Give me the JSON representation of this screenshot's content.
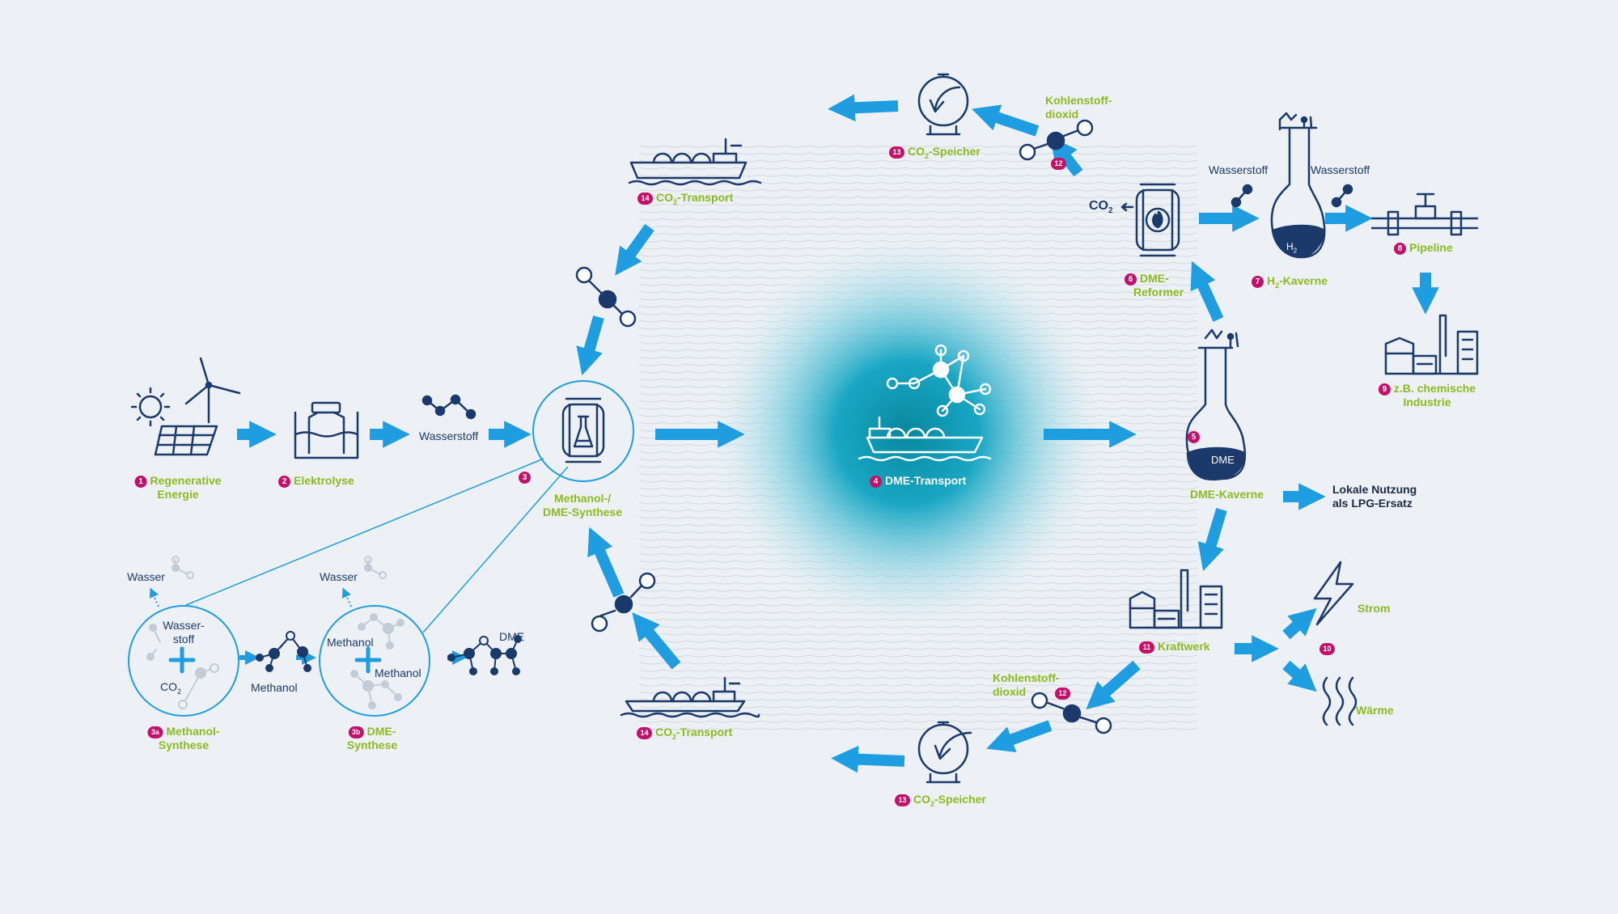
{
  "colors": {
    "background": "#edf1f5",
    "arrow": "#1e9ee0",
    "icon_navy": "#1b3a6b",
    "label_green": "#8cba22",
    "badge_magenta": "#c4106a",
    "glow_center": "#0a8fb0"
  },
  "steps": {
    "s1": {
      "number": "1",
      "label_line1": "Regenerative",
      "label_line2": "Energie",
      "icon": "solar-wind-icon"
    },
    "s2": {
      "number": "2",
      "label": "Elektrolyse",
      "icon": "electrolysis-icon"
    },
    "s3": {
      "number": "3",
      "label_line1": "Methanol-/",
      "label_line2": "DME-Synthese",
      "icon": "reactor-icon"
    },
    "s3a": {
      "number": "3a",
      "label_line1": "Methanol-",
      "label_line2": "Synthese"
    },
    "s3b": {
      "number": "3b",
      "label_line1": "DME-",
      "label_line2": "Synthese"
    },
    "s4": {
      "number": "4",
      "label": "DME-Transport",
      "icon": "ship-molecule-icon"
    },
    "s5": {
      "number": "5",
      "label": "DME-Kaverne",
      "cavern_text": "DME"
    },
    "s6": {
      "number": "6",
      "label_line1": "DME-",
      "label_line2": "Reformer"
    },
    "s7": {
      "number": "7",
      "label_main": "H",
      "label_sub": "2",
      "label_rest": "-Kaverne",
      "cavern_main": "H",
      "cavern_sub": "2"
    },
    "s8": {
      "number": "8",
      "label": "Pipeline"
    },
    "s9": {
      "number": "9",
      "label_line1": "z.B. chemische",
      "label_line2": "Industrie"
    },
    "s10": {
      "number": "10",
      "strom": "Strom",
      "waerme": "Wärme"
    },
    "s11": {
      "number": "11",
      "label": "Kraftwerk"
    },
    "s12_top": {
      "number": "12",
      "label_line1": "Kohlenstoff-",
      "label_line2": "dioxid"
    },
    "s12_bottom": {
      "number": "12",
      "label_line1": "Kohlenstoff-",
      "label_line2": "dioxid"
    },
    "s13_top": {
      "number": "13",
      "label_main": "CO",
      "label_sub": "2",
      "label_rest": "-Speicher"
    },
    "s13_bottom": {
      "number": "13",
      "label_main": "CO",
      "label_sub": "2",
      "label_rest": "-Speicher"
    },
    "s14_top": {
      "number": "14",
      "label_main": "CO",
      "label_sub": "2",
      "label_rest": "-Transport"
    },
    "s14_bottom": {
      "number": "14",
      "label_main": "CO",
      "label_sub": "2",
      "label_rest": "-Transport"
    }
  },
  "labels": {
    "wasserstoff_left": "Wasserstoff",
    "wasserstoff_top1": "Wasserstoff",
    "wasserstoff_top2": "Wasserstoff",
    "co2_main": "CO",
    "co2_sub": "2",
    "lokale_line1": "Lokale Nutzung",
    "lokale_line2": "als LPG-Ersatz"
  },
  "detail": {
    "wasser1": "Wasser",
    "wasser2": "Wasser",
    "wasserstoff_line1": "Wasser-",
    "wasserstoff_line2": "stoff",
    "co2_main": "CO",
    "co2_sub": "2",
    "methanol_out": "Methanol",
    "methanol_in_top": "Methanol",
    "methanol_in_bottom": "Methanol",
    "dme": "DME"
  }
}
